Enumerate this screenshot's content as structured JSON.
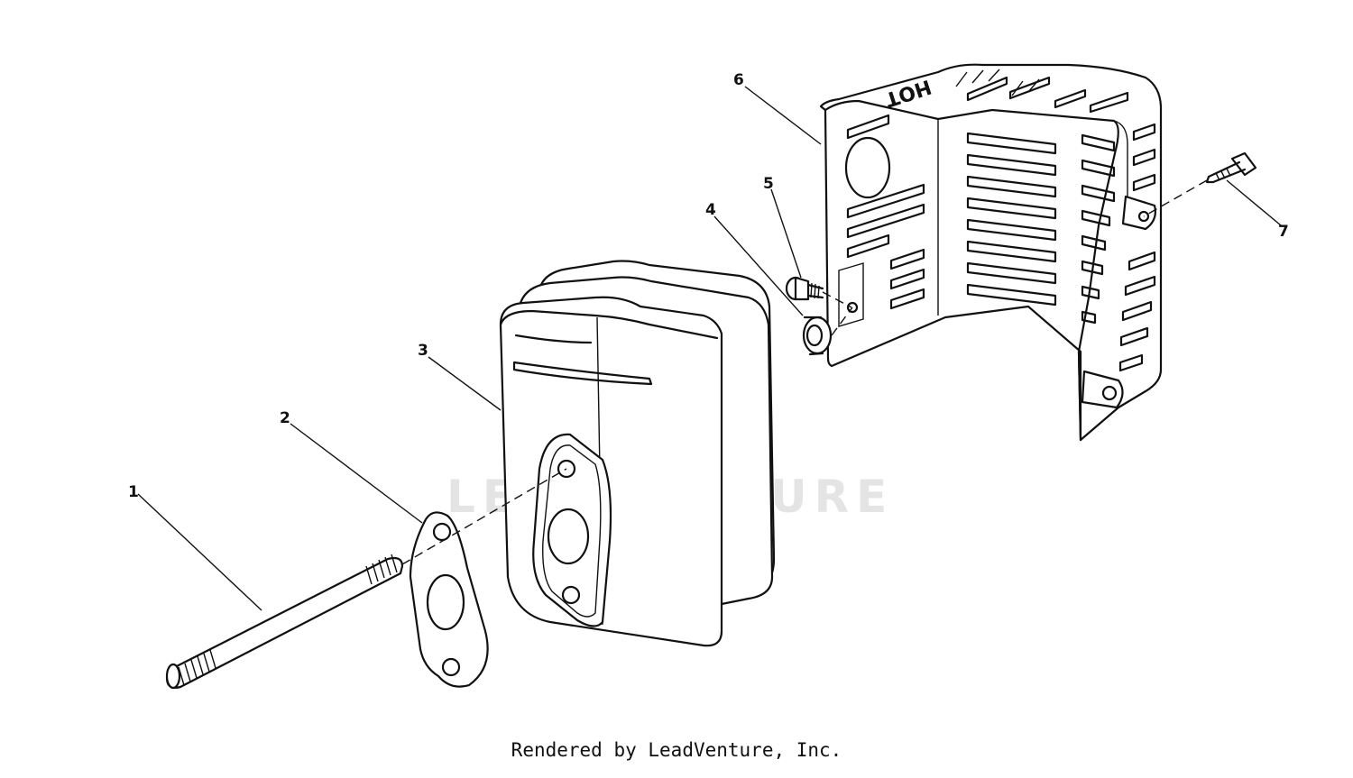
{
  "callouts": [
    "1",
    "2",
    "3",
    "4",
    "5",
    "6",
    "7"
  ],
  "shield_text": "HOT",
  "watermark": "LEADVENTURE",
  "credit": "Rendered by LeadVenture, Inc."
}
